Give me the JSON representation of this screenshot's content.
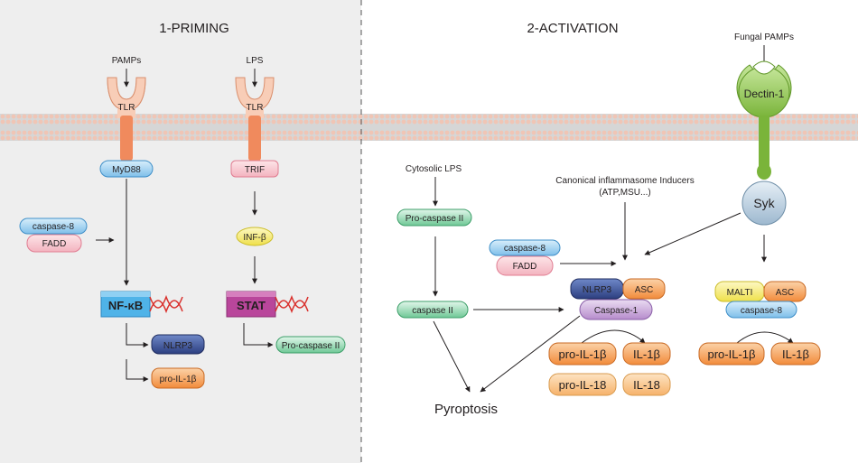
{
  "sections": {
    "priming": "1-PRIMING",
    "activation": "2-ACTIVATION"
  },
  "priming": {
    "pamps": "PAMPs",
    "lps": "LPS",
    "tlr": "TLR",
    "myd88": "MyD88",
    "trif": "TRIF",
    "caspase8": "caspase-8",
    "fadd": "FADD",
    "infb": "INF-β",
    "nfkb": "NF-κB",
    "stat": "STAT",
    "nlrp3": "NLRP3",
    "pro_il1b": "pro-IL-1β",
    "pro_caspase": "Pro-caspase II"
  },
  "activation": {
    "fungal_pamps": "Fungal PAMPs",
    "dectin1": "Dectin-1",
    "syk": "Syk",
    "cytosolic_lps": "Cytosolic LPS",
    "pro_caspase": "Pro-caspase II",
    "caspase_ii": "caspase II",
    "canonical_line1": "Canonical inflammasome Inducers",
    "canonical_line2": "(ATP,MSU...)",
    "caspase8": "caspase-8",
    "fadd": "FADD",
    "nlrp3": "NLRP3",
    "asc": "ASC",
    "caspase1": "Caspase-1",
    "pro_il1b": "pro-IL-1β",
    "il1b": "IL-1β",
    "pro_il18": "pro-IL-18",
    "il18": "IL-18",
    "pyroptosis": "Pyroptosis",
    "malt1": "MALTI",
    "asc2": "ASC",
    "caspase8_b": "caspase-8",
    "pro_il1b_b": "pro-IL-1β",
    "il1b_b": "IL-1β"
  },
  "colors": {
    "membrane_lipid": "#f2d2c4",
    "membrane_band": "#d8d8d8",
    "tlr_fill": "#f9d5c0",
    "tlr_stem": "#f08a5d",
    "blue_pill": "#9fd0f0",
    "green_pill": "#8fd6b0",
    "yellow": "#f7ec6a",
    "orange": "#f6a55d",
    "nfkb_blue": "#4fb3e8",
    "stat_purple": "#b9469b",
    "dna_red": "#d9302c",
    "nlrp3_navy": "#3a4f95",
    "dectin_green": "#8cc63e",
    "syk_blue": "#c3d7e6",
    "caspase1_lilac": "#c7a7d8",
    "fadd_pink": "#f7c8d0"
  }
}
